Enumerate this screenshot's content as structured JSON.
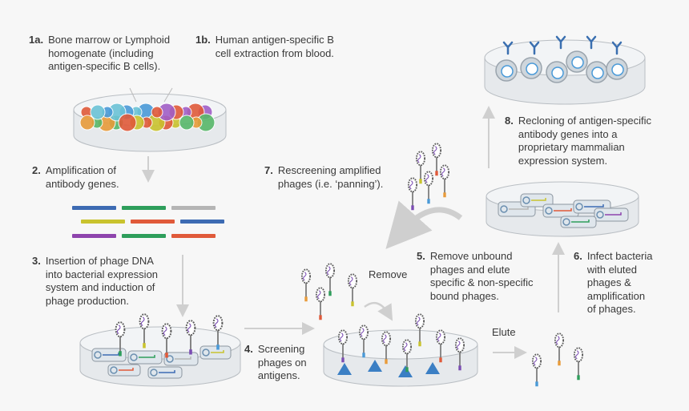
{
  "steps": [
    {
      "num": "1a.",
      "text": "Bone marrow or Lymphoid\nhomogenate (including\nantigen-specific B cells)."
    },
    {
      "num": "1b.",
      "text": "Human antigen-specific B\ncell extraction from blood."
    },
    {
      "num": "2.",
      "text": "Amplification of\nantibody genes."
    },
    {
      "num": "3.",
      "text": "Insertion of phage DNA\ninto bacterial expression\nsystem and induction of\nphage production."
    },
    {
      "num": "4.",
      "text": "Screening\nphages on\nantigens."
    },
    {
      "num": "5.",
      "text": "Remove unbound\nphages and elute\nspecific & non-specific\nbound phages."
    },
    {
      "num": "6.",
      "text": "Infect bacteria\nwith eluted\nphages &\namplification\nof phages."
    },
    {
      "num": "7.",
      "text": "Rescreening amplified\nphages (i.e. ‘panning’)."
    },
    {
      "num": "8.",
      "text": "Recloning of antigen-specific\nantibody genes into a\nproprietary mammalian\nexpression system."
    }
  ],
  "labels": {
    "remove": "Remove",
    "elute": "Elute"
  },
  "colors": {
    "text": "#3a3a3a",
    "arrow": "#cfcfcf",
    "dish": "#e4e7ea",
    "phage": "#5a5a5a",
    "antigen": "#3b7fc4",
    "genes": [
      "#3d6bb3",
      "#2e9e5b",
      "#b5b5b5",
      "#c9c32e",
      "#e05a3a",
      "#3d6bb3",
      "#8e44ad",
      "#2e9e5b",
      "#e05a3a"
    ]
  }
}
